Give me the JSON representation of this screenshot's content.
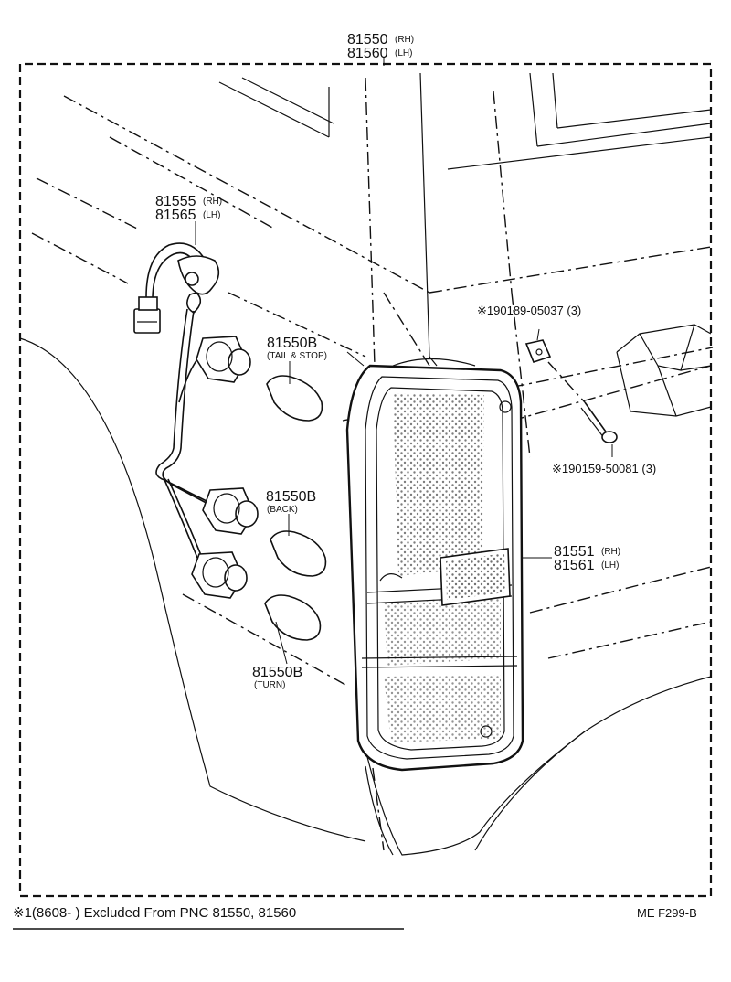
{
  "labels": {
    "assembly_rh": "81550",
    "assembly_rh_side": "(RH)",
    "assembly_lh": "81560",
    "assembly_lh_side": "(LH)",
    "socket_rh": "81555",
    "socket_rh_side": "(RH)",
    "socket_lh": "81565",
    "socket_lh_side": "(LH)",
    "bulb_tail": "81550B",
    "bulb_tail_note": "(TAIL & STOP)",
    "bulb_back": "81550B",
    "bulb_back_note": "(BACK)",
    "bulb_turn": "81550B",
    "bulb_turn_note": "(TURN)",
    "lens_rh": "81551",
    "lens_rh_side": "(RH)",
    "lens_lh": "81561",
    "lens_lh_side": "(LH)",
    "nut_part": "※190189-05037 (3)",
    "screw_part": "※190159-50081 (3)"
  },
  "footer": {
    "note": "※1(8608-      ) Excluded From PNC 81550, 81560",
    "code": "ME  F299-B"
  },
  "colors": {
    "ink": "#111111",
    "background": "#ffffff"
  }
}
